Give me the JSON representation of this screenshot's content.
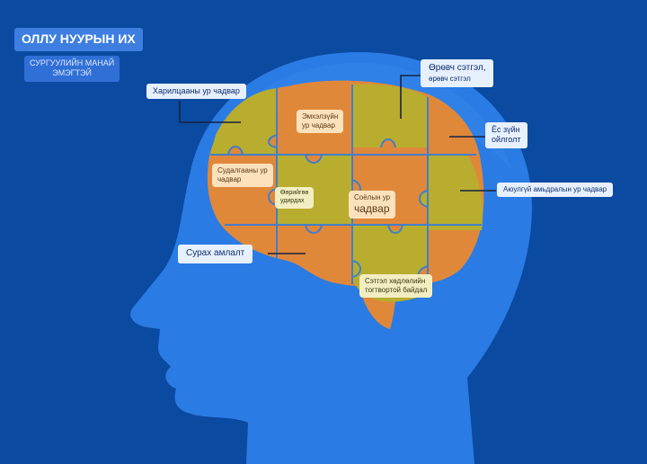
{
  "header": {
    "title": "ОЛЛУ НУУРЫН ИХ",
    "subtitle_line1": "СУРГУУЛИЙН МАНАЙ",
    "subtitle_line2": "ЭМЭГТЭЙ"
  },
  "labels": {
    "communication": "Харилцааны ур чадвар",
    "creative_line1": "Эмхэлзүйн",
    "creative_line2": "ур чадвар",
    "critical_line1": "Өрөвч сэтгэл,",
    "critical_line2": "өрөвч сэтгэл",
    "values_line1": "Ёс зүйн",
    "values_line2": "ойлголт",
    "research_line1": "Судалгааны ур",
    "research_line2": "чадвар",
    "self_line1": "Өөрийгөө",
    "self_line2": "удирдах",
    "cultural_line1": "Соёлын ур",
    "cultural_line2": "чадвар",
    "safety": "Аюулгүй амьдралын ур чадвар",
    "motivation": "Сурах амлалт",
    "emotional_line1": "Сэтгэл хөдлөлийн",
    "emotional_line2": "тогтвортой байдал"
  },
  "colors": {
    "background": "#0a4aa0",
    "head": "#2a7be4",
    "head_dark": "#1d66cc",
    "brain_yellow": "#b8ad2e",
    "brain_orange": "#e0883a",
    "connector": "#14233f"
  }
}
